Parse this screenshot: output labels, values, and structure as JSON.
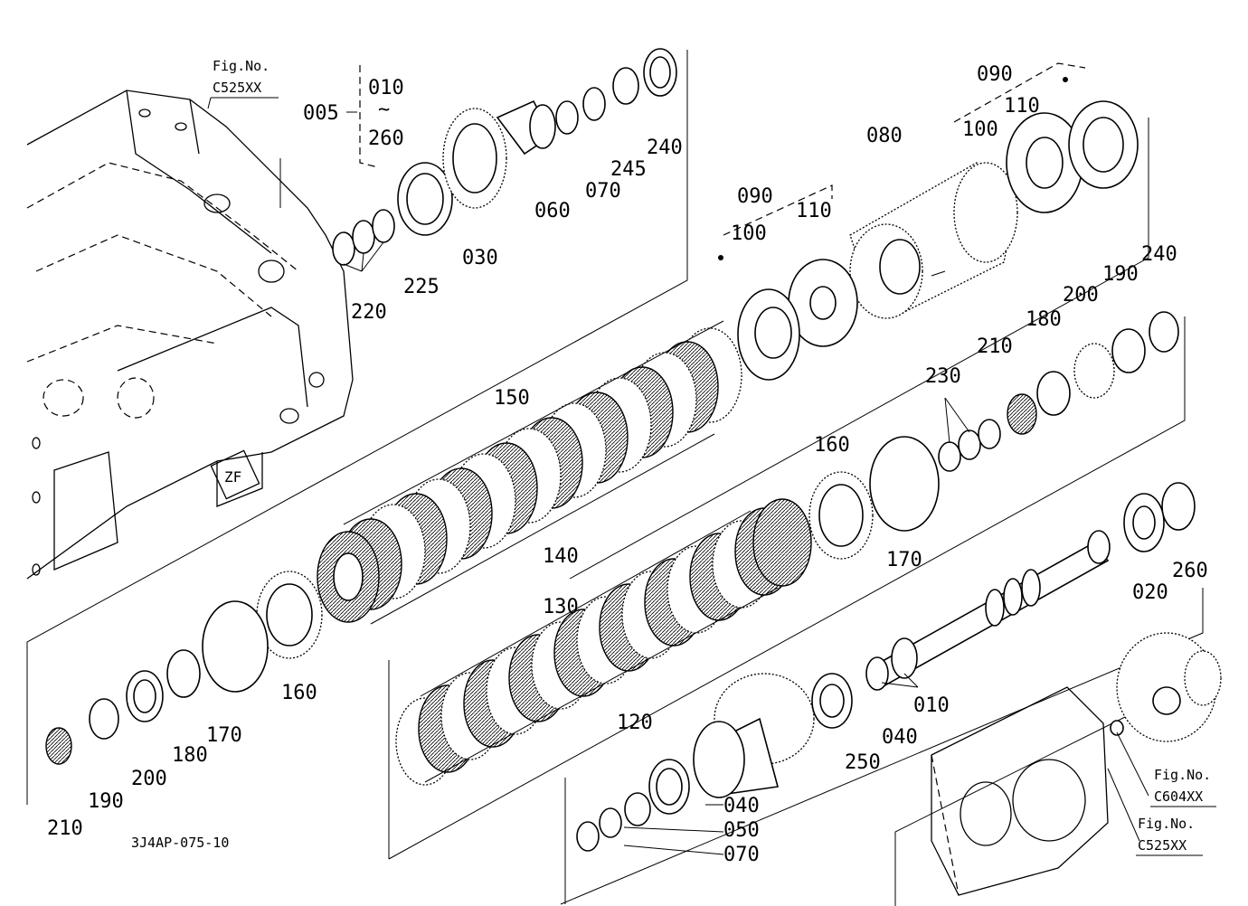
{
  "figure": {
    "code": "3J4AP-075-10",
    "refs": {
      "top_left": {
        "line1": "Fig.No.",
        "line2": "C525XX"
      },
      "bottom_right_1": {
        "line1": "Fig.No.",
        "line2": "C604XX"
      },
      "bottom_right_2": {
        "line1": "Fig.No.",
        "line2": "C525XX"
      }
    },
    "group": {
      "label": "005",
      "from": "010",
      "tilde": "~",
      "to": "260"
    },
    "labels": {
      "l010": "010",
      "l020": "020",
      "l030": "030",
      "l040a": "040",
      "l040b": "040",
      "l050": "050",
      "l060": "060",
      "l070a": "070",
      "l070b": "070",
      "l080": "080",
      "l090a": "090",
      "l090b": "090",
      "l100a": "100",
      "l100b": "100",
      "l110a": "110",
      "l110b": "110",
      "l120": "120",
      "l130": "130",
      "l140": "140",
      "l150": "150",
      "l160a": "160",
      "l160b": "160",
      "l170a": "170",
      "l170b": "170",
      "l180a": "180",
      "l180b": "180",
      "l190a": "190",
      "l190b": "190",
      "l200a": "200",
      "l200b": "200",
      "l210a": "210",
      "l210b": "210",
      "l220": "220",
      "l225": "225",
      "l230": "230",
      "l240a": "240",
      "l240b": "240",
      "l245": "245",
      "l250": "250",
      "l260": "260"
    }
  }
}
